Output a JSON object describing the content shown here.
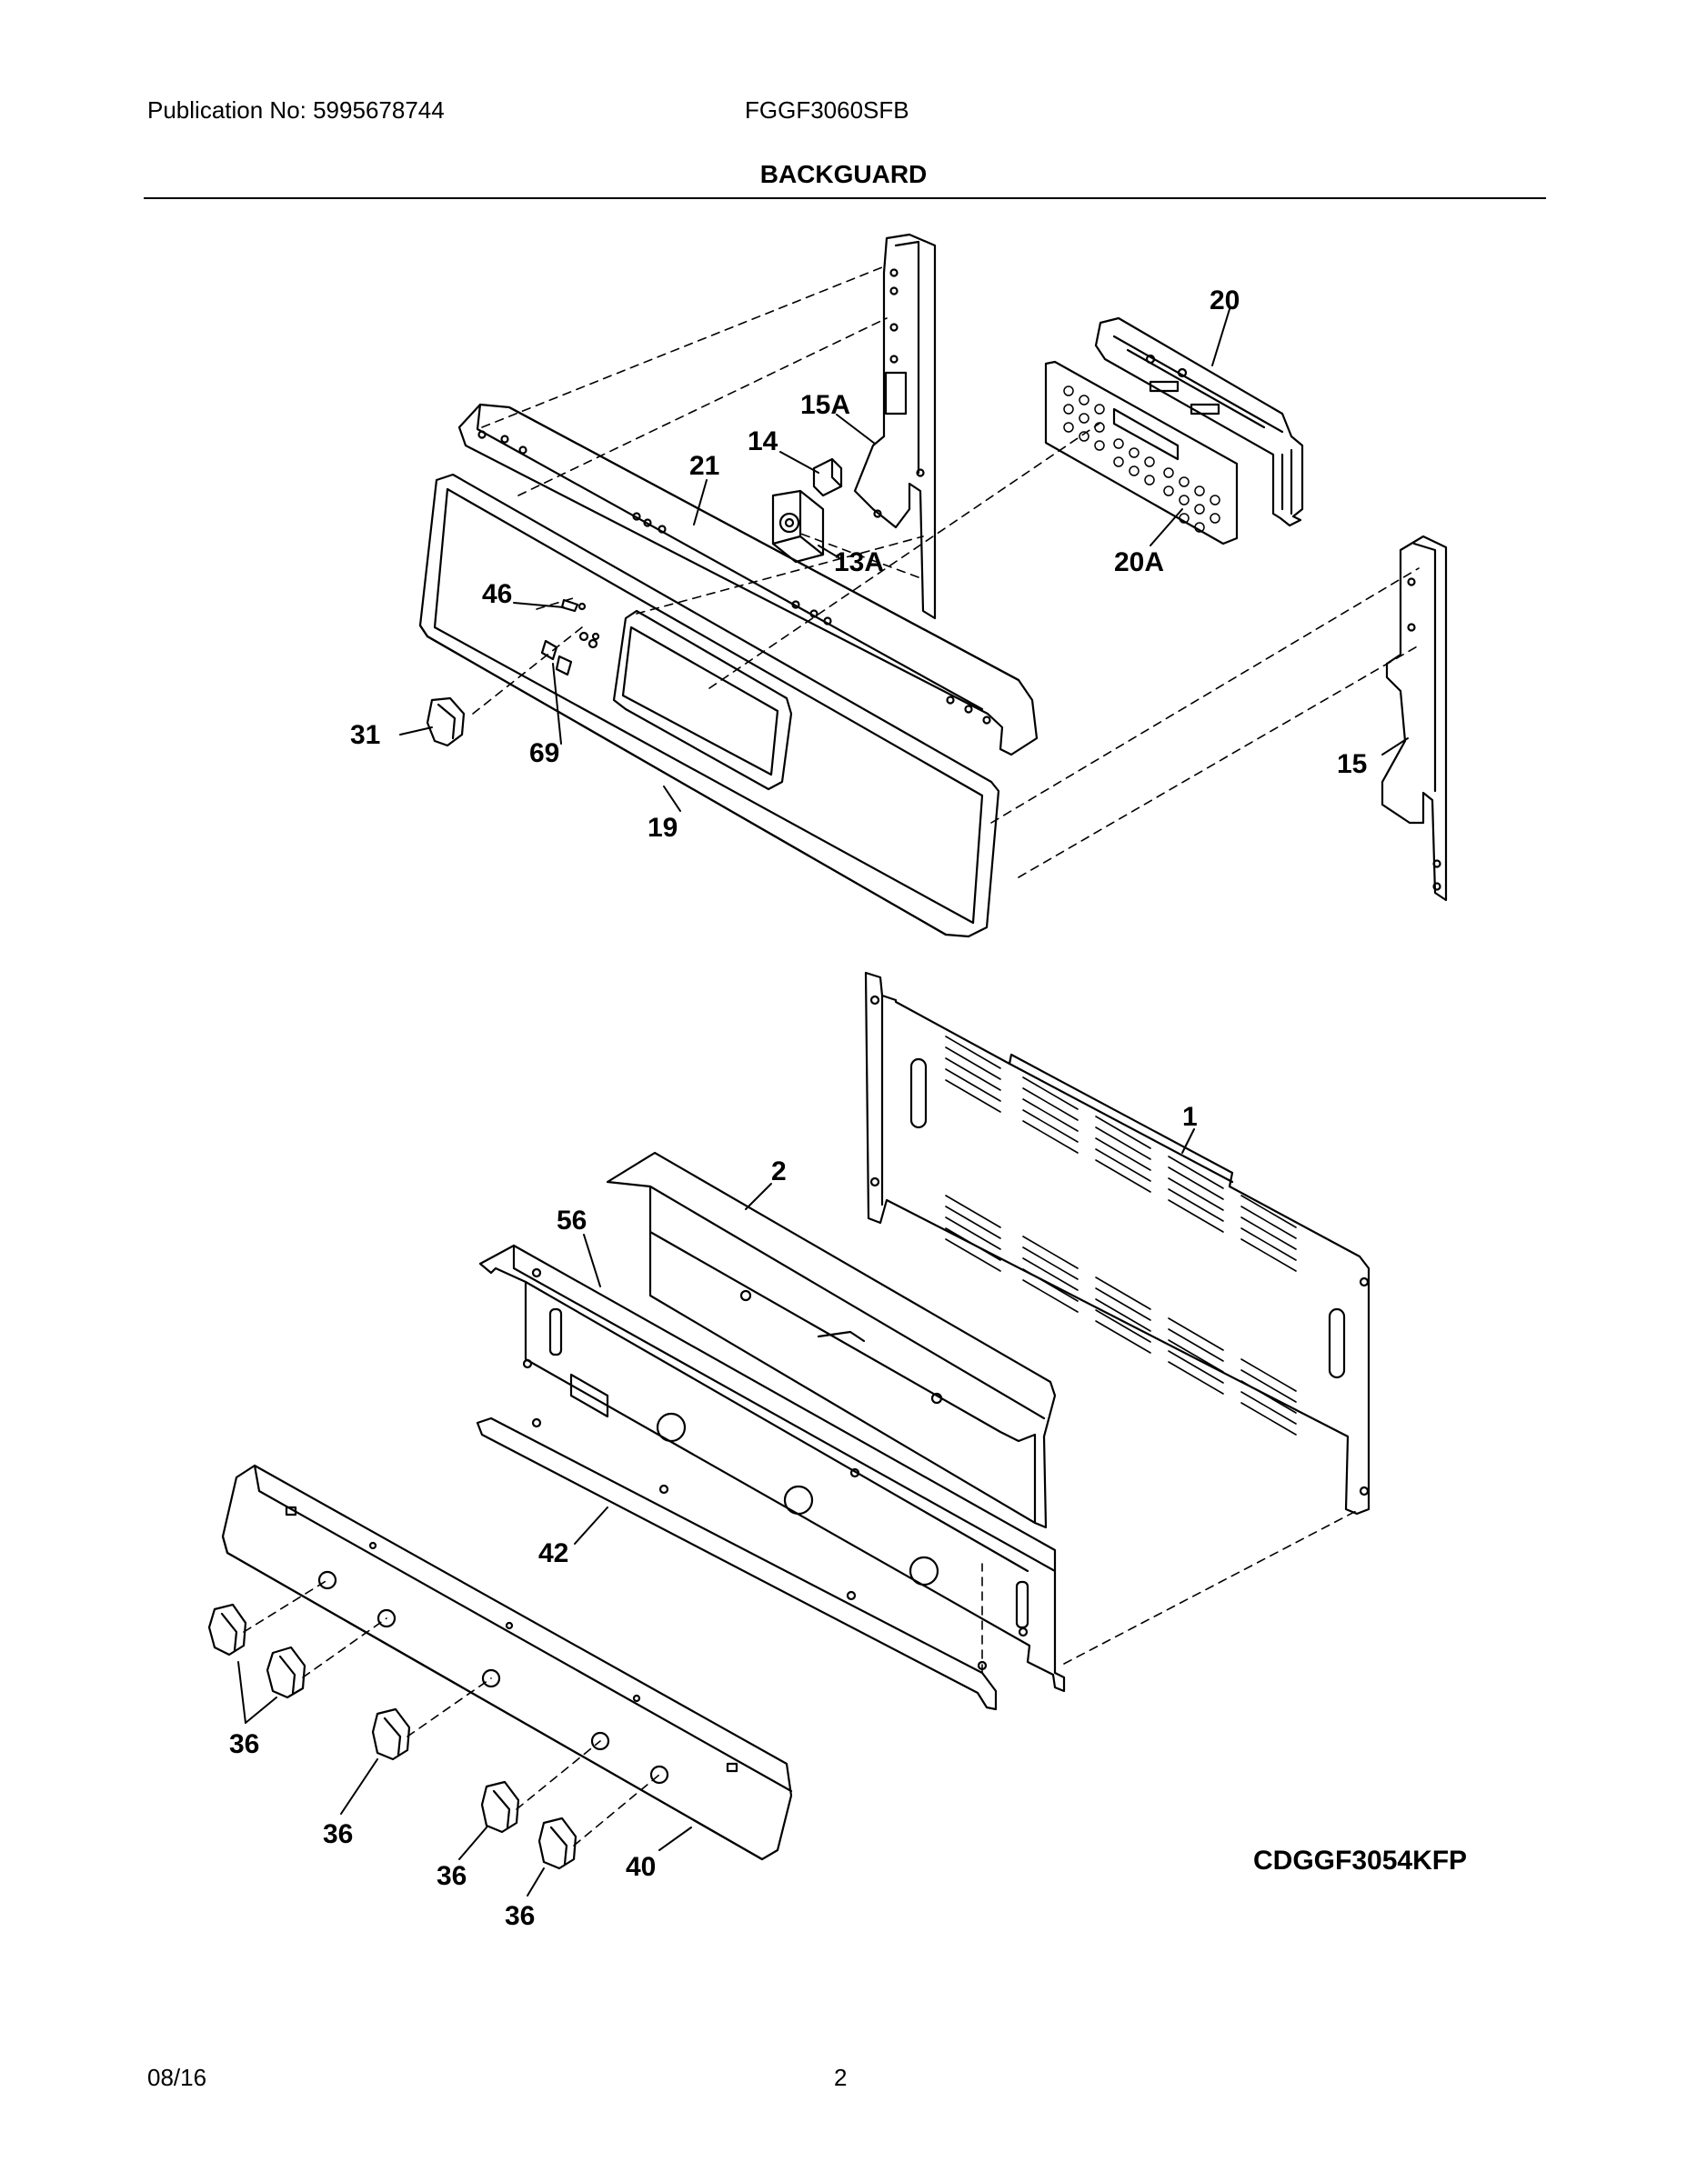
{
  "header": {
    "publication": "Publication No: 5995678744",
    "model": "FGGF3060SFB",
    "section_title": "BACKGUARD"
  },
  "callouts": {
    "c1": "1",
    "c2": "2",
    "c13A": "13A",
    "c14": "14",
    "c15": "15",
    "c15A": "15A",
    "c19": "19",
    "c20": "20",
    "c20A": "20A",
    "c21": "21",
    "c31": "31",
    "c36a": "36",
    "c36b": "36",
    "c36c": "36",
    "c36d": "36",
    "c40": "40",
    "c42": "42",
    "c46": "46",
    "c56": "56",
    "c69": "69"
  },
  "drawing_code": "CDGGF3054KFP",
  "footer": {
    "date": "08/16",
    "page": "2"
  }
}
